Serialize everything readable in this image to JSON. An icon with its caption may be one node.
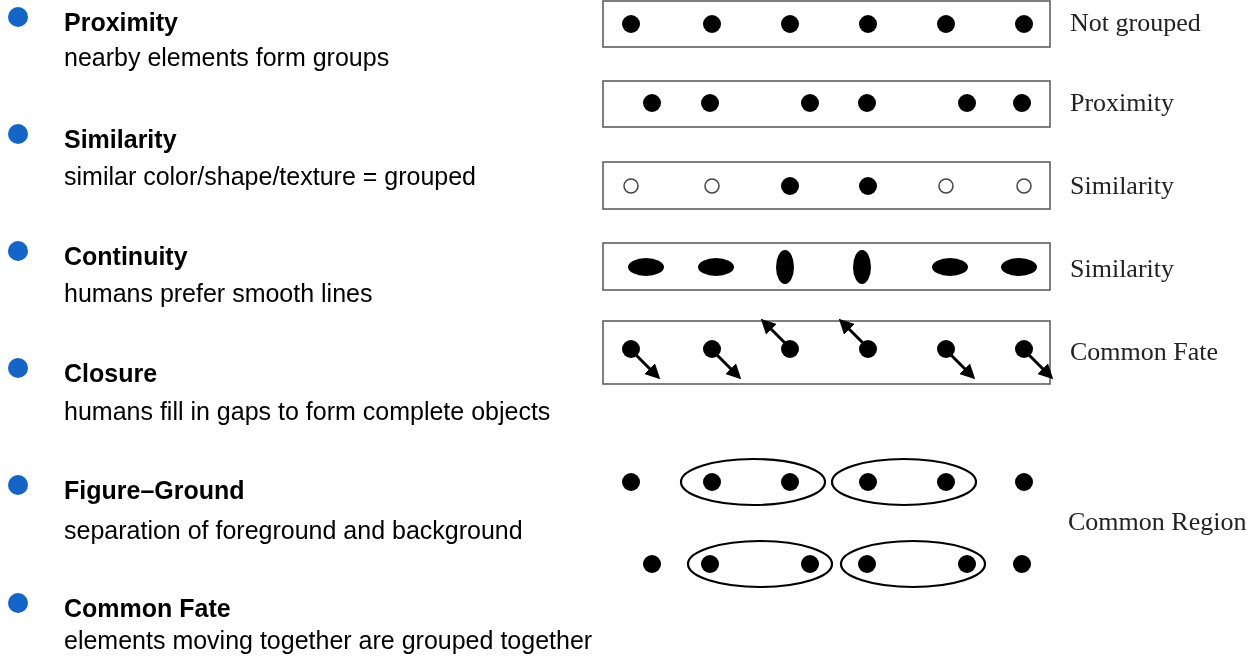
{
  "diagram": {
    "labels": [
      "Proximity",
      "nearby elements form groups",
      "Similarity",
      "similar color/shape/texture = grouped",
      "Continuity",
      "humans prefer smooth lines",
      "Closure",
      "humans fill in gaps to form complete objects",
      "Figure–Ground",
      "separation of foreground and background",
      "Common Fate",
      "elements moving together are grouped together",
      "Not grouped",
      "Proximity",
      "Similarity",
      "Similarity",
      "Common Fate",
      "Common Region"
    ]
  }
}
